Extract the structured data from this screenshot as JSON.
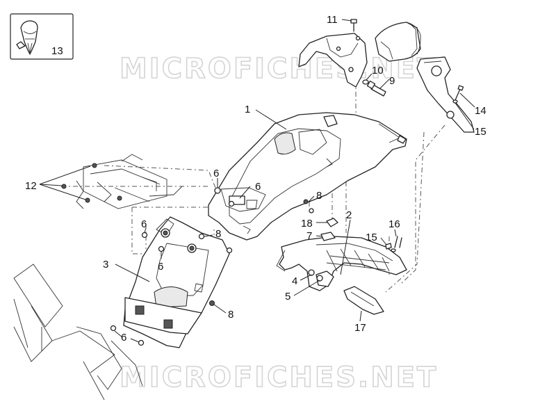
{
  "watermark": "MICROFICHES.NET",
  "callouts": [
    {
      "id": "c1",
      "text": "1"
    },
    {
      "id": "c2",
      "text": "2"
    },
    {
      "id": "c3",
      "text": "3"
    },
    {
      "id": "c4",
      "text": "4"
    },
    {
      "id": "c5",
      "text": "5"
    },
    {
      "id": "c6a",
      "text": "6"
    },
    {
      "id": "c6b",
      "text": "6"
    },
    {
      "id": "c6c",
      "text": "6"
    },
    {
      "id": "c6d",
      "text": "6"
    },
    {
      "id": "c6e",
      "text": "6"
    },
    {
      "id": "c7",
      "text": "7"
    },
    {
      "id": "c8a",
      "text": "8"
    },
    {
      "id": "c8b",
      "text": "8"
    },
    {
      "id": "c8c",
      "text": "8"
    },
    {
      "id": "c9",
      "text": "9"
    },
    {
      "id": "c10",
      "text": "10"
    },
    {
      "id": "c11",
      "text": "11"
    },
    {
      "id": "c12",
      "text": "12"
    },
    {
      "id": "c13",
      "text": "13"
    },
    {
      "id": "c14",
      "text": "14"
    },
    {
      "id": "c15a",
      "text": "15"
    },
    {
      "id": "c15b",
      "text": "15"
    },
    {
      "id": "c16",
      "text": "16"
    },
    {
      "id": "c17",
      "text": "17"
    },
    {
      "id": "c18",
      "text": "18"
    }
  ]
}
